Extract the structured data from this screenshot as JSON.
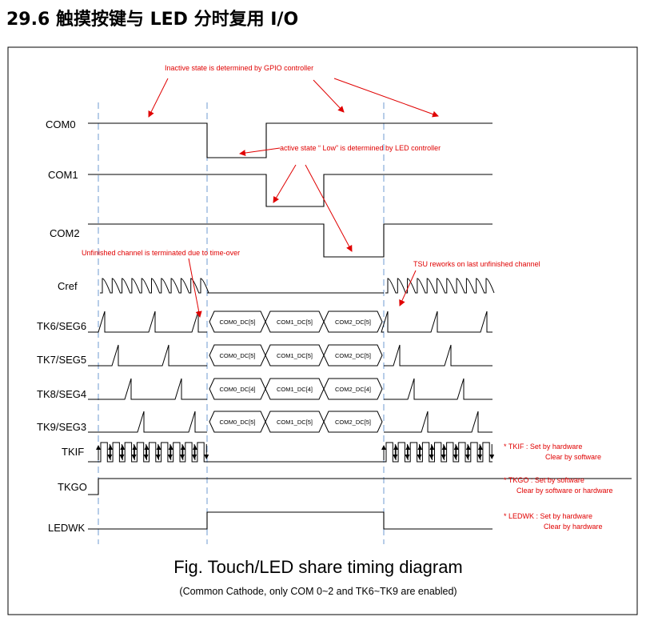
{
  "heading": "29.6 触摸按键与 LED 分时复用 I/O",
  "colors": {
    "annotation": "#e00000",
    "waveform": "#000000",
    "guide": "#6f9bd1",
    "frame": "#000000"
  },
  "signals": [
    "COM0",
    "COM1",
    "COM2",
    "Cref",
    "TK6/SEG6",
    "TK7/SEG5",
    "TK8/SEG4",
    "TK9/SEG3",
    "TKIF",
    "TKGO",
    "LEDWK"
  ],
  "bus_rows": [
    [
      "COM0_DC[5]",
      "COM1_DC[5]",
      "COM2_DC[5]"
    ],
    [
      "COM0_DC[5]",
      "COM1_DC[5]",
      "COM2_DC[5]"
    ],
    [
      "COM0_DC[4]",
      "COM1_DC[4]",
      "COM2_DC[4]"
    ],
    [
      "COM0_DC[5]",
      "COM1_DC[5]",
      "COM2_DC[5]"
    ]
  ],
  "annotations": {
    "inactive": "Inactive state is determined by GPIO controller",
    "active": "active state “ Low”  is determined by LED controller",
    "unfinished": "Unfinished channel is terminated due to time-over",
    "tsu": "TSU reworks on last unfinished channel"
  },
  "notes": {
    "tkif_1": "*  TKIF : Set by hardware",
    "tkif_2": "Clear by software",
    "tkgo_1": "*  TKGO : Set by software",
    "tkgo_2": "Clear by software or hardware",
    "ledwk_1": "*  LEDWK : Set by hardware",
    "ledwk_2": "Clear by hardware"
  },
  "caption": {
    "title": "Fig. Touch/LED share timing diagram",
    "subtitle": "(Common Cathode, only COM 0~2 and TK6~TK9 are enabled)"
  }
}
